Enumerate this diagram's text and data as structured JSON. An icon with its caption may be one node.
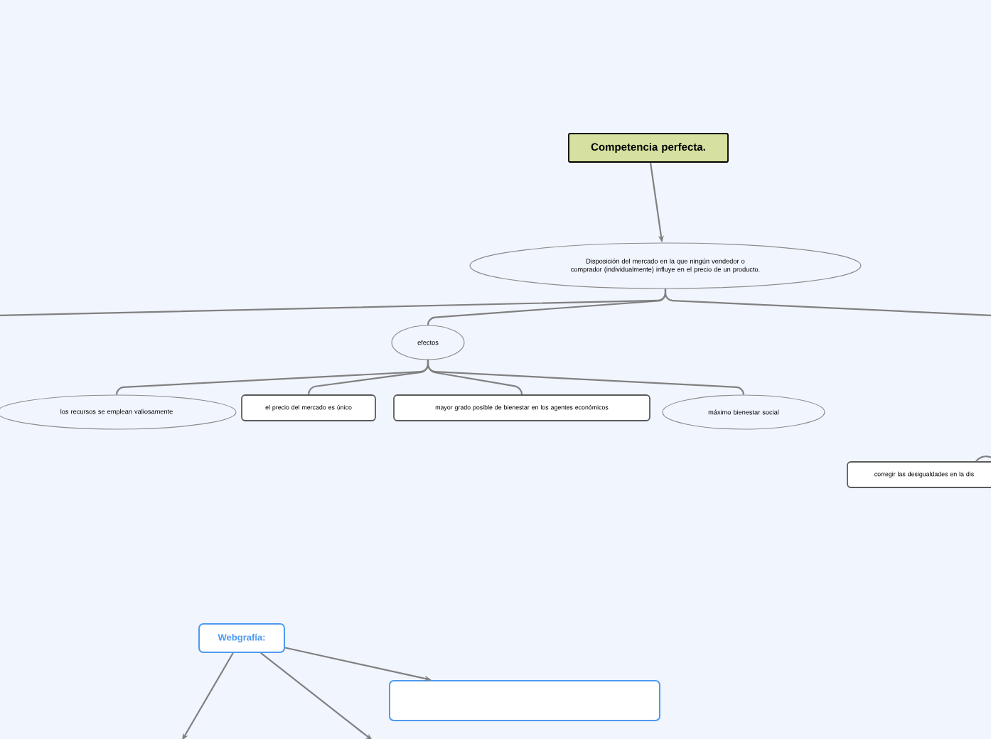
{
  "diagram": {
    "nodes": [
      {
        "text": [
          "Competencia perfecta."
        ]
      },
      {
        "text": [
          "Disposición del mercado en la que ningún vendedor o comprador (individualmente) influye en el precio de un producto."
        ]
      },
      {
        "text": [
          "efectos"
        ]
      },
      {
        "text": [
          "los recursos se emplean valiosamente"
        ]
      },
      {
        "text": [
          "el precio del mercado es único"
        ]
      },
      {
        "text": [
          "mayor grado posible de bienestar en los agentes económicos"
        ]
      },
      {
        "text": [
          "máximo bienestar social"
        ]
      },
      {
        "text": [
          "corregir las desigualdades en la dis"
        ]
      },
      {
        "text": [
          "Webgrafía:"
        ]
      },
      {
        "text": [],
        "shape": "box"
      }
    ],
    "edges": [
      {
        "from": 0,
        "to": 1,
        "arrow": "to"
      },
      {
        "from": 1,
        "to": null,
        "arrow": "none"
      },
      {
        "from": 1,
        "to": null,
        "arrow": "none"
      },
      {
        "from": 1,
        "to": 2,
        "arrow": "none"
      },
      {
        "from": 2,
        "to": 3,
        "arrow": "none"
      },
      {
        "from": 2,
        "to": 4,
        "arrow": "none"
      },
      {
        "from": 2,
        "to": 5,
        "arrow": "none"
      },
      {
        "from": 2,
        "to": 6,
        "arrow": "none"
      },
      {
        "from": null,
        "to": 7,
        "arrow": "none"
      },
      {
        "from": 8,
        "to": 9,
        "arrow": "to"
      },
      {
        "from": 8,
        "to": null,
        "arrow": "to"
      },
      {
        "from": 8,
        "to": null,
        "arrow": "to"
      }
    ]
  }
}
